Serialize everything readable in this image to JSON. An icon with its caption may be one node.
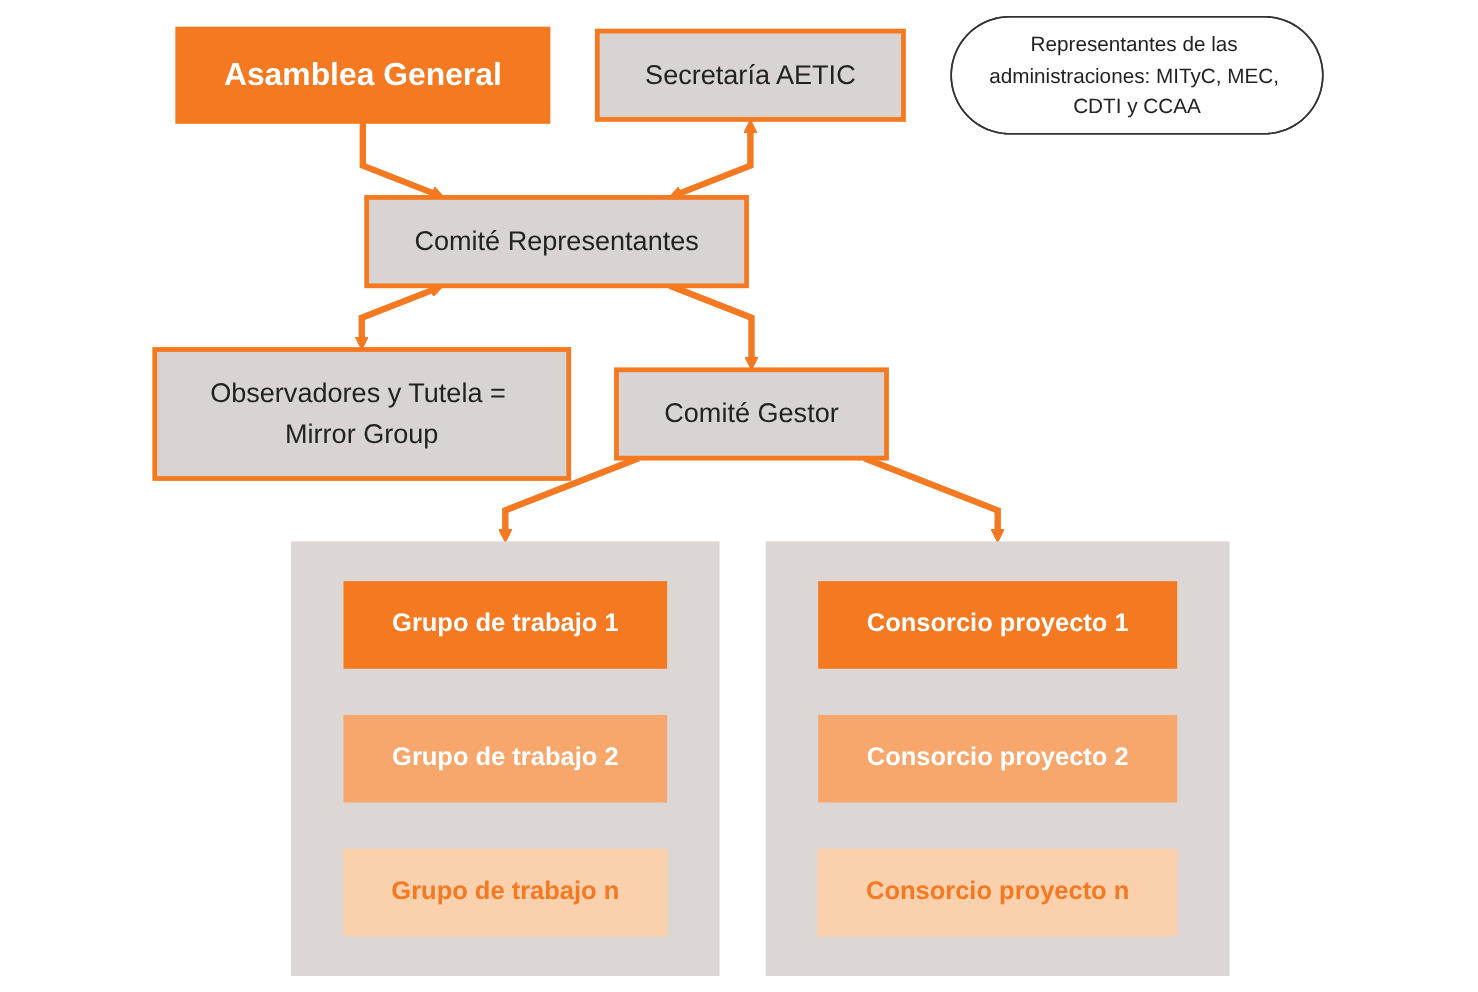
{
  "diagram": {
    "nodes": [
      {
        "text": [
          "Asamblea General"
        ]
      },
      {
        "text": [
          "Secretaría AETIC"
        ]
      },
      {
        "text": [
          "Comité Representantes"
        ]
      },
      {
        "text": [
          "Observadores y Tutela = Mirror Group"
        ]
      },
      {
        "text": [
          "Representantes de las administraciones: MITyC, MEC, CDTI y CCAA"
        ]
      },
      {
        "text": [
          "Comité Gestor"
        ]
      },
      {
        "text": [],
        "shape": "box"
      },
      {
        "text": [
          "Grupo de trabajo 1"
        ],
        "in": 6
      },
      {
        "text": [
          "Grupo de trabajo 2"
        ],
        "in": 6
      },
      {
        "text": [
          "Grupo de trabajo n"
        ],
        "in": 6
      },
      {
        "text": [],
        "shape": "box"
      },
      {
        "text": [
          "Consorcio proyecto 1"
        ],
        "in": 10
      },
      {
        "text": [
          "Consorcio proyecto 2"
        ],
        "in": 10
      },
      {
        "text": [
          "Consorcio proyecto n"
        ],
        "in": 10
      }
    ],
    "edges": [
      {
        "from": 0,
        "to": 2,
        "arrow": "to"
      },
      {
        "from": 1,
        "to": 2,
        "arrow": "both"
      },
      {
        "from": 2,
        "to": 3,
        "arrow": "both"
      },
      {
        "from": 2,
        "to": 5,
        "arrow": "to"
      },
      {
        "from": 5,
        "to": 6,
        "arrow": "to"
      },
      {
        "from": 5,
        "to": 10,
        "arrow": "to"
      }
    ]
  }
}
